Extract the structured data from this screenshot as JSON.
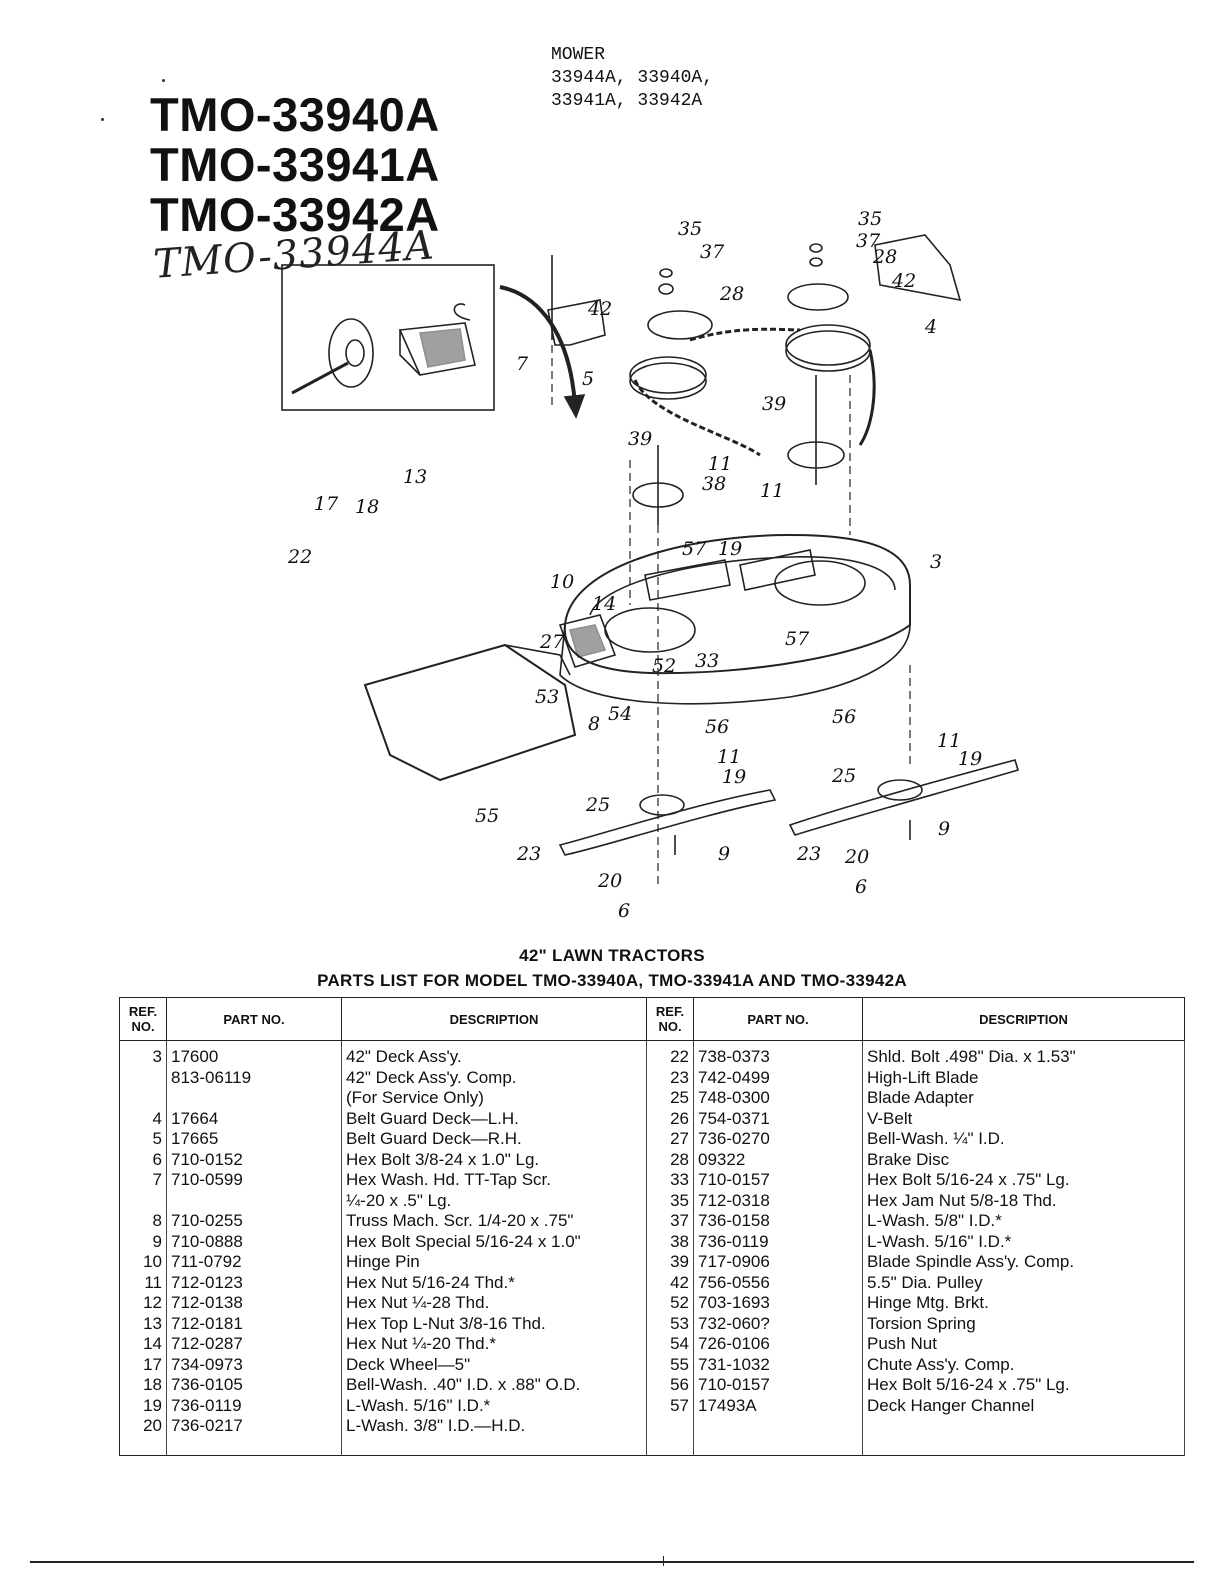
{
  "models": [
    "TMO-33940A",
    "TMO-33941A",
    "TMO-33942A"
  ],
  "handwritten_model": "TMO-33944A",
  "mower": {
    "label": "MOWER",
    "line1": "33944A, 33940A,",
    "line2": "33941A, 33942A"
  },
  "diagram": {
    "callouts": [
      "35",
      "37",
      "28",
      "35",
      "37",
      "28",
      "42",
      "42",
      "4",
      "7",
      "5",
      "39",
      "39",
      "11",
      "38",
      "11",
      "19",
      "57",
      "57",
      "3",
      "13",
      "17",
      "18",
      "22",
      "10",
      "14",
      "27",
      "52",
      "33",
      "53",
      "8",
      "54",
      "56",
      "56",
      "55",
      "11",
      "19",
      "25",
      "23",
      "9",
      "20",
      "6",
      "11",
      "19",
      "25",
      "23",
      "20",
      "9",
      "6"
    ]
  },
  "captions": {
    "line1": "42\" LAWN TRACTORS",
    "line2": "PARTS LIST FOR MODEL TMO-33940A, TMO-33941A AND TMO-33942A"
  },
  "table": {
    "headers": {
      "ref": "REF. NO.",
      "part": "PART NO.",
      "desc": "DESCRIPTION"
    },
    "left": [
      {
        "ref": "3",
        "part": "17600",
        "desc": "42\" Deck Ass'y."
      },
      {
        "ref": "",
        "part": "813-06119",
        "desc": "42\" Deck Ass'y. Comp."
      },
      {
        "ref": "",
        "part": "",
        "desc": "(For Service Only)"
      },
      {
        "ref": "4",
        "part": "17664",
        "desc": "Belt Guard Deck—L.H."
      },
      {
        "ref": "5",
        "part": "17665",
        "desc": "Belt Guard Deck—R.H."
      },
      {
        "ref": "6",
        "part": "710-0152",
        "desc": "Hex Bolt 3/8-24 x 1.0\" Lg."
      },
      {
        "ref": "7",
        "part": "710-0599",
        "desc": "Hex Wash. Hd. TT-Tap Scr."
      },
      {
        "ref": "",
        "part": "",
        "desc": "¼-20 x .5\" Lg."
      },
      {
        "ref": "8",
        "part": "710-0255",
        "desc": "Truss Mach. Scr. 1/4-20 x .75\""
      },
      {
        "ref": "9",
        "part": "710-0888",
        "desc": "Hex Bolt Special 5/16-24 x 1.0\""
      },
      {
        "ref": "10",
        "part": "711-0792",
        "desc": "Hinge Pin"
      },
      {
        "ref": "11",
        "part": "712-0123",
        "desc": "Hex Nut 5/16-24 Thd.*"
      },
      {
        "ref": "12",
        "part": "712-0138",
        "desc": "Hex Nut ¼-28 Thd."
      },
      {
        "ref": "13",
        "part": "712-0181",
        "desc": "Hex Top L-Nut 3/8-16 Thd."
      },
      {
        "ref": "14",
        "part": "712-0287",
        "desc": "Hex Nut ¼-20 Thd.*"
      },
      {
        "ref": "17",
        "part": "734-0973",
        "desc": "Deck Wheel—5\""
      },
      {
        "ref": "18",
        "part": "736-0105",
        "desc": "Bell-Wash. .40\" I.D. x .88\" O.D."
      },
      {
        "ref": "19",
        "part": "736-0119",
        "desc": "L-Wash. 5/16\" I.D.*"
      },
      {
        "ref": "20",
        "part": "736-0217",
        "desc": "L-Wash. 3/8\" I.D.—H.D."
      }
    ],
    "right": [
      {
        "ref": "22",
        "part": "738-0373",
        "desc": "Shld. Bolt .498\" Dia. x 1.53\""
      },
      {
        "ref": "23",
        "part": "742-0499",
        "desc": "High-Lift Blade"
      },
      {
        "ref": "25",
        "part": "748-0300",
        "desc": "Blade Adapter"
      },
      {
        "ref": "26",
        "part": "754-0371",
        "desc": "V-Belt"
      },
      {
        "ref": "27",
        "part": "736-0270",
        "desc": "Bell-Wash. ¼\" I.D."
      },
      {
        "ref": "28",
        "part": "09322",
        "desc": "Brake Disc"
      },
      {
        "ref": "33",
        "part": "710-0157",
        "desc": "Hex Bolt 5/16-24 x .75\" Lg."
      },
      {
        "ref": "35",
        "part": "712-0318",
        "desc": "Hex Jam Nut 5/8-18 Thd."
      },
      {
        "ref": "37",
        "part": "736-0158",
        "desc": "L-Wash. 5/8\" I.D.*"
      },
      {
        "ref": "38",
        "part": "736-0119",
        "desc": "L-Wash. 5/16\" I.D.*"
      },
      {
        "ref": "39",
        "part": "717-0906",
        "desc": "Blade Spindle Ass'y. Comp."
      },
      {
        "ref": "42",
        "part": "756-0556",
        "desc": "5.5\" Dia. Pulley"
      },
      {
        "ref": "52",
        "part": "703-1693",
        "desc": "Hinge Mtg. Brkt."
      },
      {
        "ref": "53",
        "part": "732-060?",
        "desc": "Torsion Spring"
      },
      {
        "ref": "54",
        "part": "726-0106",
        "desc": "Push Nut"
      },
      {
        "ref": "55",
        "part": "731-1032",
        "desc": "Chute Ass'y. Comp."
      },
      {
        "ref": "56",
        "part": "710-0157",
        "desc": "Hex Bolt 5/16-24 x .75\" Lg."
      },
      {
        "ref": "57",
        "part": "17493A",
        "desc": "Deck Hanger Channel"
      },
      {
        "ref": "",
        "part": "",
        "desc": ""
      }
    ]
  }
}
